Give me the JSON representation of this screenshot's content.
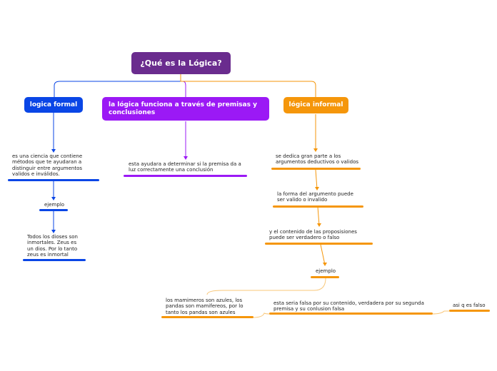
{
  "colors": {
    "root": "#6a2c8e",
    "blue": "#0a46e6",
    "purple": "#9b19f5",
    "orange": "#f5960a",
    "orange_light": "#f8c77a",
    "leaf_text": "#222222"
  },
  "root": {
    "label": "¿Qué es la Lógica?"
  },
  "branches": {
    "formal": {
      "label": "logica formal",
      "definition": "es una ciencia que contiene\nmétodos que te ayudaran a\ndistinguir entre argumentos\nvalidos e inválidos.",
      "example_label": "ejemplo",
      "example_text": "Todos los dioses son\ninmortales. Zeus es\nun dios. Por lo tanto\nzeus es inmortal"
    },
    "premisas": {
      "label": "la lógica funciona a través de premisas y conclusiones",
      "detail": "esta ayudara a determinar si la premisa da a\nluz correctamente una conclusión"
    },
    "informal": {
      "label": "lógica informal",
      "step1": "se dedica gran parte a los\nargumentos deductivos o validos",
      "step2": "la forma del argumento puede\nser valido o invalido",
      "step3": "y el contenido de las proposisiones\npuede ser verdadero o falso",
      "example_label": "ejemplo",
      "example_text": "los mamimeros son azules, los\npandas son mamifereos, por lo\ntanto los pandas son azules",
      "falsity_text": "esta seria falsa por su contenido, verdadera por su segunda\npremisa y su conlusion falsa",
      "note": "asi q es falso"
    }
  }
}
